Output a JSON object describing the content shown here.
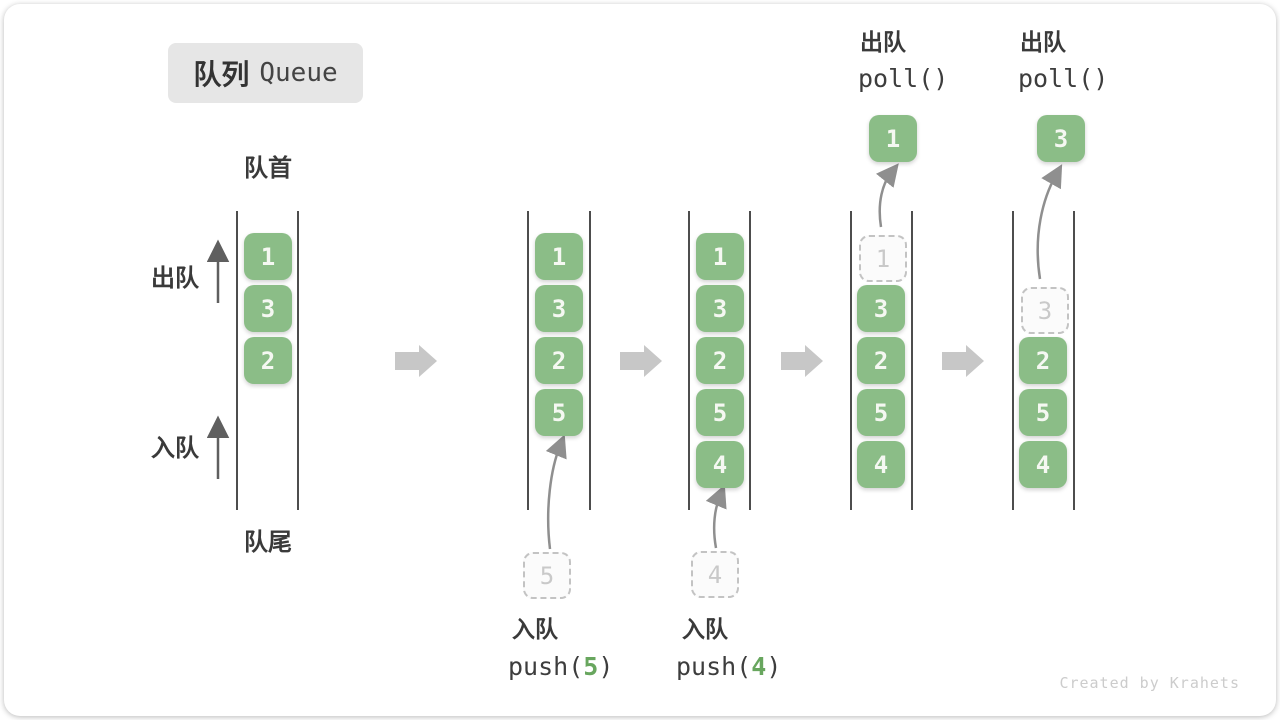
{
  "title": {
    "zh": "队列",
    "en": "Queue"
  },
  "side_labels": {
    "front": "队首",
    "rear": "队尾",
    "dequeue": "出队",
    "enqueue": "入队"
  },
  "watermark": "Created by Krahets",
  "colors": {
    "cell_green": "#8bbd87",
    "code_green": "#68a65e",
    "badge_bg": "#e6e6e6",
    "ghost_border": "#c3c3c3",
    "block_arrow_gray": "#c7c7c7",
    "rail_dark": "#4d4d4d"
  },
  "diagram": {
    "type": "queue-states",
    "states": [
      {
        "cells": [
          "1",
          "3",
          "2"
        ]
      },
      {
        "cells": [
          "1",
          "3",
          "2",
          "5"
        ],
        "incoming": "5"
      },
      {
        "cells": [
          "1",
          "3",
          "2",
          "5",
          "4"
        ],
        "incoming": "4"
      },
      {
        "ghost": "1",
        "cells": [
          "3",
          "2",
          "5",
          "4"
        ],
        "result": "1"
      },
      {
        "ghost": "3",
        "cells": [
          "2",
          "5",
          "4"
        ],
        "result": "3"
      }
    ],
    "operations": {
      "push5": {
        "label": "入队",
        "code_before": "push(",
        "arg": "5",
        "code_after": ")"
      },
      "push4": {
        "label": "入队",
        "code_before": "push(",
        "arg": "4",
        "code_after": ")"
      },
      "poll1": {
        "label": "出队",
        "code": "poll()"
      },
      "poll2": {
        "label": "出队",
        "code": "poll()"
      }
    }
  }
}
